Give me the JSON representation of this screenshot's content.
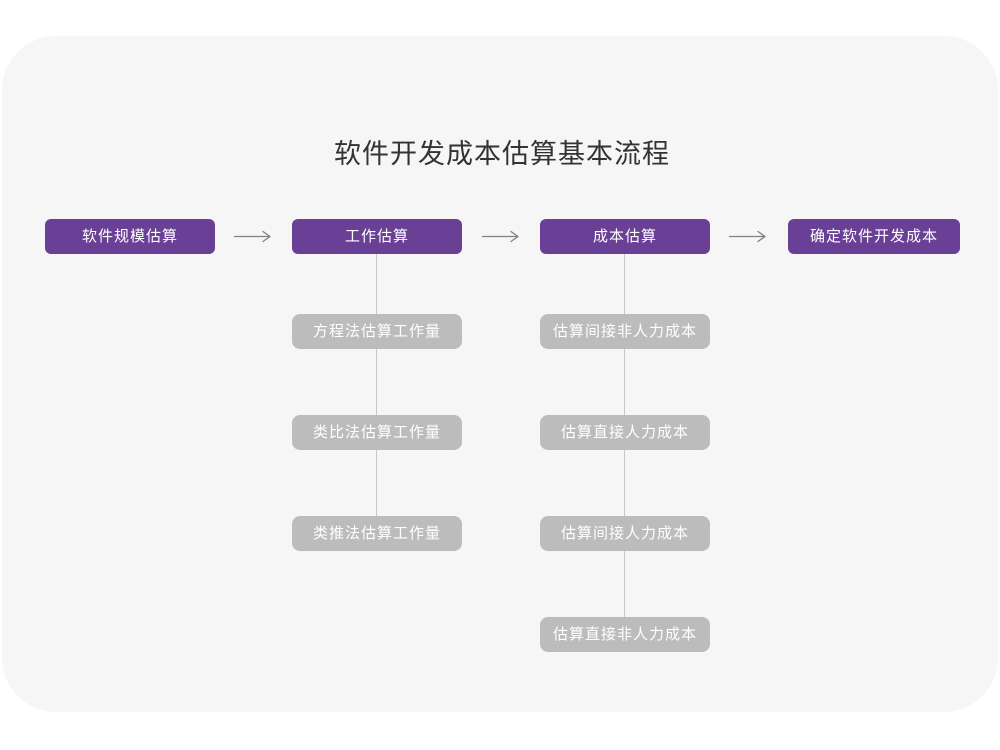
{
  "title": "软件开发成本估算基本流程",
  "colors": {
    "primary_purple": "#6a4096",
    "sub_step_gray": "#bcbcbc",
    "card_background": "#f6f6f7",
    "page_background": "#ffffff",
    "connector_line": "#c8c8c8",
    "arrow": "#808080",
    "title_text": "#333333",
    "node_text": "#ffffff"
  },
  "icons": {
    "flow_arrow": "long-right-arrow"
  },
  "flow": {
    "main_steps": [
      {
        "label": "软件规模估算"
      },
      {
        "label": "工作估算",
        "substeps": [
          "方程法估算工作量",
          "类比法估算工作量",
          "类推法估算工作量"
        ]
      },
      {
        "label": "成本估算",
        "substeps": [
          "估算间接非人力成本",
          "估算直接人力成本",
          "估算间接人力成本",
          "估算直接非人力成本"
        ]
      },
      {
        "label": "确定软件开发成本"
      }
    ]
  }
}
